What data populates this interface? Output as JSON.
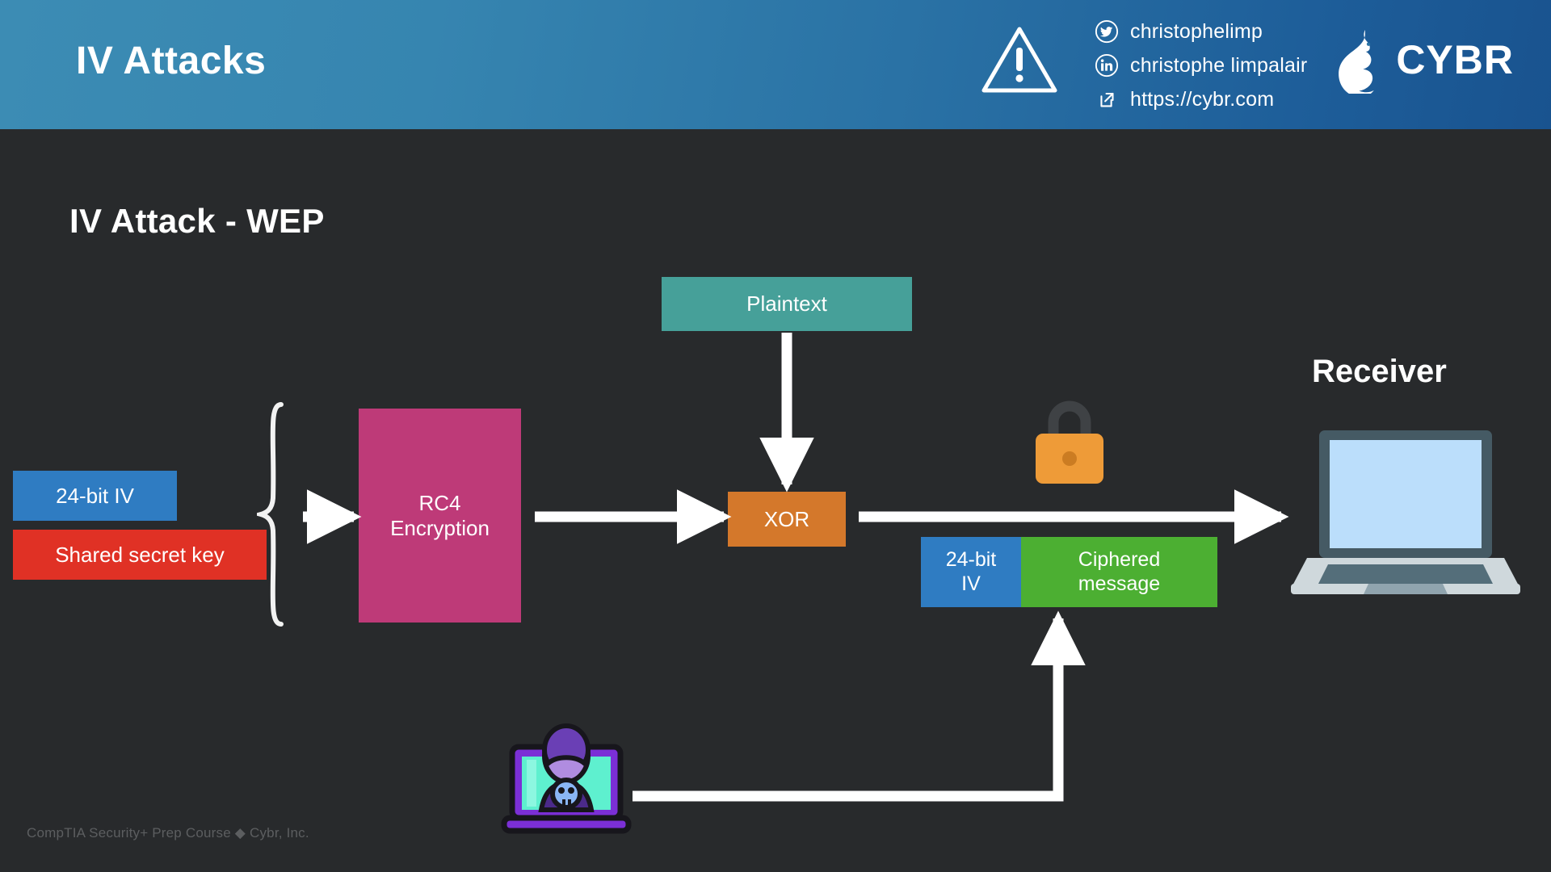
{
  "header": {
    "title": "IV Attacks",
    "warning_icon": "warning-triangle-icon",
    "contacts": [
      {
        "icon": "twitter-icon",
        "text": "christophelimp"
      },
      {
        "icon": "linkedin-icon",
        "text": "christophe limpalair"
      },
      {
        "icon": "external-link-icon",
        "text": "https://cybr.com"
      }
    ],
    "brand": {
      "name": "CYBR",
      "logo": "cybr-bird-logo"
    },
    "colors": {
      "gradient_from": "#3c8cb4",
      "gradient_to": "#19538f"
    }
  },
  "slide": {
    "title": "IV Attack - WEP",
    "background": "#282a2c",
    "footer": "CompTIA Security+ Prep Course ◆ Cybr, Inc."
  },
  "diagram": {
    "nodes": {
      "plaintext": {
        "label": "Plaintext",
        "color": "#46a099"
      },
      "rc4": {
        "label": "RC4\nEncryption",
        "line1": "RC4",
        "line2": "Encryption",
        "color": "#be3a78"
      },
      "xor": {
        "label": "XOR",
        "color": "#d4782b"
      },
      "iv_input": {
        "label": "24-bit IV",
        "color": "#2f7cc2"
      },
      "shared_key": {
        "label": "Shared secret key",
        "color": "#e03125"
      },
      "iv_packet": {
        "line1": "24-bit",
        "line2": "IV",
        "color": "#2f7cc2"
      },
      "ciphered": {
        "line1": "Ciphered",
        "line2": "message",
        "color": "#4caf32"
      },
      "receiver": {
        "label": "Receiver",
        "icon": "laptop-icon"
      },
      "attacker": {
        "icon": "hacker-laptop-icon"
      },
      "lock": {
        "icon": "padlock-icon",
        "color": "#ee9b38"
      }
    },
    "connectors": [
      {
        "name": "key-brace-to-rc4",
        "from": "iv_input+shared_key",
        "to": "rc4",
        "style": "arrow-right"
      },
      {
        "name": "plaintext-to-xor",
        "from": "plaintext",
        "to": "xor",
        "style": "arrow-down"
      },
      {
        "name": "rc4-to-xor",
        "from": "rc4",
        "to": "xor",
        "style": "arrow-right"
      },
      {
        "name": "xor-to-receiver",
        "from": "xor",
        "to": "receiver",
        "style": "arrow-right"
      },
      {
        "name": "attacker-to-ciphered",
        "from": "attacker",
        "to": "ciphered",
        "style": "elbow-arrow-up"
      }
    ]
  }
}
